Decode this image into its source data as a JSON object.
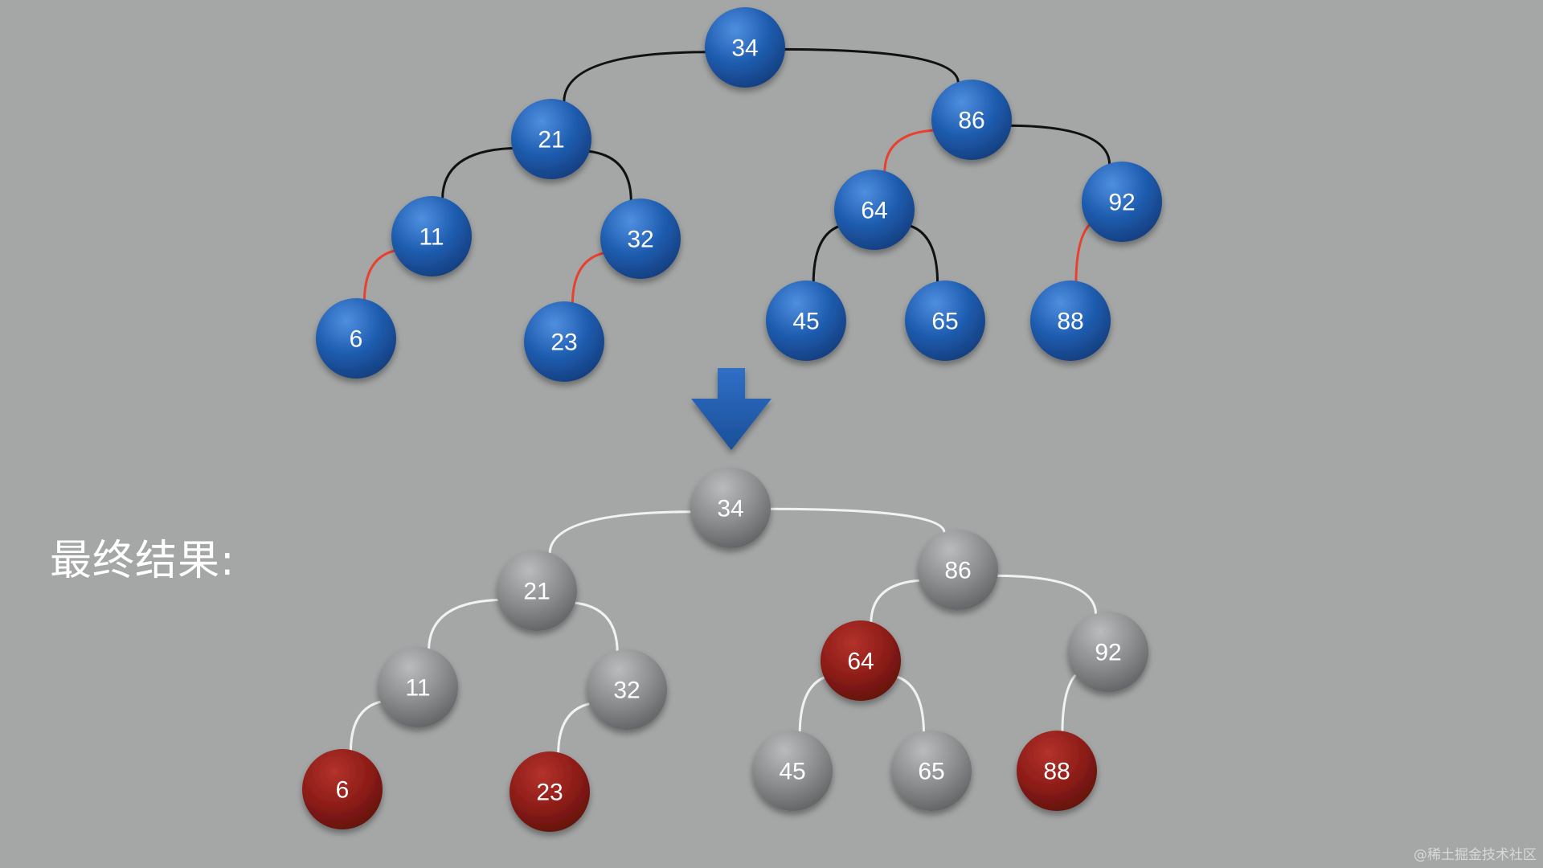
{
  "result_label": "最终结果:",
  "watermark": "@稀土掘金技术社区",
  "colors": {
    "background": "#a5a7a7",
    "blue_node": "#1f5db0",
    "gray_node": "#8a8c8e",
    "red_node": "#8e1d18",
    "black_edge": "#111111",
    "red_edge": "#e8412f",
    "white_edge": "#f2f2f2",
    "arrow": "#1f5db0"
  },
  "trees": [
    {
      "id": "before",
      "nodes": [
        {
          "id": "34",
          "label": "34",
          "color": "blue"
        },
        {
          "id": "21",
          "label": "21",
          "color": "blue"
        },
        {
          "id": "86",
          "label": "86",
          "color": "blue"
        },
        {
          "id": "11",
          "label": "11",
          "color": "blue"
        },
        {
          "id": "32",
          "label": "32",
          "color": "blue"
        },
        {
          "id": "64",
          "label": "64",
          "color": "blue"
        },
        {
          "id": "92",
          "label": "92",
          "color": "blue"
        },
        {
          "id": "6",
          "label": "6",
          "color": "blue"
        },
        {
          "id": "23",
          "label": "23",
          "color": "blue"
        },
        {
          "id": "45",
          "label": "45",
          "color": "blue"
        },
        {
          "id": "65",
          "label": "65",
          "color": "blue"
        },
        {
          "id": "88",
          "label": "88",
          "color": "blue"
        }
      ],
      "edges": [
        {
          "from": "34",
          "to": "21",
          "color": "black"
        },
        {
          "from": "34",
          "to": "86",
          "color": "black"
        },
        {
          "from": "21",
          "to": "11",
          "color": "black"
        },
        {
          "from": "21",
          "to": "32",
          "color": "black"
        },
        {
          "from": "86",
          "to": "64",
          "color": "red"
        },
        {
          "from": "86",
          "to": "92",
          "color": "black"
        },
        {
          "from": "11",
          "to": "6",
          "color": "red"
        },
        {
          "from": "32",
          "to": "23",
          "color": "red"
        },
        {
          "from": "64",
          "to": "45",
          "color": "black"
        },
        {
          "from": "64",
          "to": "65",
          "color": "black"
        },
        {
          "from": "92",
          "to": "88",
          "color": "red"
        }
      ]
    },
    {
      "id": "after",
      "nodes": [
        {
          "id": "34",
          "label": "34",
          "color": "gray"
        },
        {
          "id": "21",
          "label": "21",
          "color": "gray"
        },
        {
          "id": "86",
          "label": "86",
          "color": "gray"
        },
        {
          "id": "11",
          "label": "11",
          "color": "gray"
        },
        {
          "id": "32",
          "label": "32",
          "color": "gray"
        },
        {
          "id": "64",
          "label": "64",
          "color": "red"
        },
        {
          "id": "92",
          "label": "92",
          "color": "gray"
        },
        {
          "id": "6",
          "label": "6",
          "color": "red"
        },
        {
          "id": "23",
          "label": "23",
          "color": "red"
        },
        {
          "id": "45",
          "label": "45",
          "color": "gray"
        },
        {
          "id": "65",
          "label": "65",
          "color": "gray"
        },
        {
          "id": "88",
          "label": "88",
          "color": "red"
        }
      ],
      "edges": [
        {
          "from": "34",
          "to": "21",
          "color": "white"
        },
        {
          "from": "34",
          "to": "86",
          "color": "white"
        },
        {
          "from": "21",
          "to": "11",
          "color": "white"
        },
        {
          "from": "21",
          "to": "32",
          "color": "white"
        },
        {
          "from": "86",
          "to": "64",
          "color": "white"
        },
        {
          "from": "86",
          "to": "92",
          "color": "white"
        },
        {
          "from": "11",
          "to": "6",
          "color": "white"
        },
        {
          "from": "32",
          "to": "23",
          "color": "white"
        },
        {
          "from": "64",
          "to": "45",
          "color": "white"
        },
        {
          "from": "64",
          "to": "65",
          "color": "white"
        },
        {
          "from": "92",
          "to": "88",
          "color": "white"
        }
      ]
    }
  ],
  "transition_arrow": {
    "icon": "down-arrow-icon",
    "color": "blue"
  }
}
